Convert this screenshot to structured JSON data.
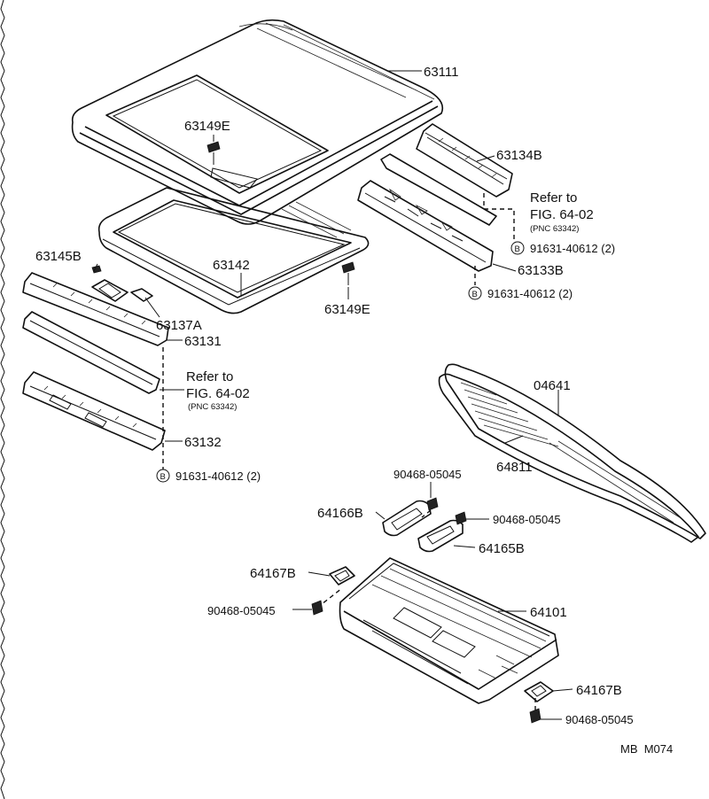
{
  "parts": {
    "roof_panel": "63111",
    "bolt_top": "63149E",
    "rail_right_upper": "63134B",
    "refer_top_1": "Refer to",
    "refer_top_2": "FIG. 64-02",
    "refer_top_3": "(PNC 63342)",
    "bolt_spec_a": "91631-40612 (2)",
    "rail_right_lower": "63133B",
    "bolt_spec_b": "91631-40612 (2)",
    "frame": "63142",
    "bolt_mid": "63149E",
    "bracket_a": "63145B",
    "bracket_b": "63137A",
    "rail_front": "63131",
    "refer_mid_1": "Refer to",
    "refer_mid_2": "FIG. 64-02",
    "refer_mid_3": "(PNC 63342)",
    "rail_front_lower": "63132",
    "bolt_spec_c": "91631-40612 (2)",
    "seal": "04641",
    "glass": "64811",
    "clip_1": "90468-05045",
    "pad_1": "64166B",
    "clip_2": "90468-05045",
    "pad_2": "64165B",
    "pad_3": "64167B",
    "clip_3": "90468-05045",
    "shelf": "64101",
    "pad_4": "64167B",
    "clip_4": "90468-05045",
    "figure_code": "MB  M074"
  },
  "badge_letter": "B"
}
